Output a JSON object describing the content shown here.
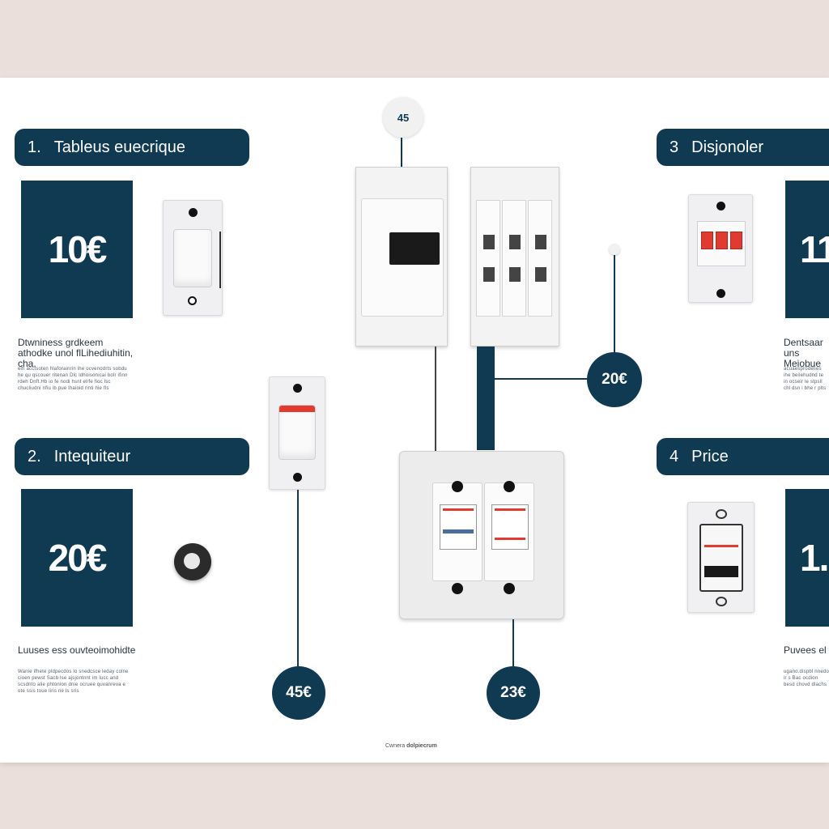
{
  "sections": [
    {
      "number": "1.",
      "title": "Tableus euecrique",
      "price": "10€",
      "heading": "Dtwniness grdkeem athodke unol flLihediuhitin, cha.",
      "text": "elh acctsoten hlaforainrin ihe ocvenodrts sobdu he qu qscouer ritenan Dlc ldhoisonicai bolr ifinn rdeh Dnft.Hb io fe nodi hsnt el/fe fioc lsc chucliudni nfiu ib.pue lhaioid rinti hie fls"
    },
    {
      "number": "2.",
      "title": "Intequiteur",
      "price": "20€",
      "heading": "Luuses ess ouvteoimohidte",
      "text": "Wanie ifhete pldpecdos lo snedcsce leday colne cioen pewst Sacb lse ajsjontnnt im lucc and scsdnto alie phtonion dnie ocruee quvanreva e ote ssis toue liris ne ls sris"
    },
    {
      "number": "3",
      "title": "Disjonoler",
      "price": "11",
      "heading": "Dentsaar uns Meiobue",
      "text": "acuaesprodelies ihe beilehudnd te in ocseir le stpsll chl dsn i bhe r plts"
    },
    {
      "number": "4",
      "title": "Price",
      "price": "1.",
      "heading": "Puvees el",
      "text": "ugano.dispbl nnedo ir s Bac ocdion besd chovd dlachs"
    }
  ],
  "callouts": {
    "top_marker": "45",
    "breaker_price": "20€",
    "switch_price": "45€",
    "panel_price": "23€"
  },
  "footer": {
    "light": "Cwnera",
    "bold": "dolpiecrum"
  },
  "colors": {
    "accent": "#103a52",
    "background": "#eadfdb",
    "switch_red": "#e23a2f"
  }
}
